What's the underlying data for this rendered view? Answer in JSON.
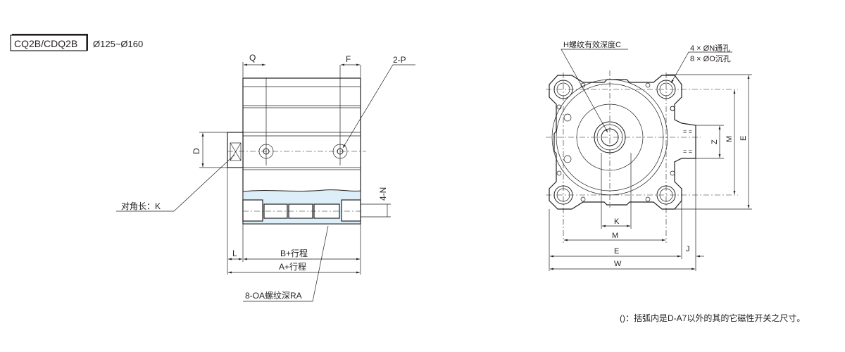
{
  "header": {
    "model": "CQ2B/CDQ2B",
    "bore_range": "Ø125~Ø160"
  },
  "side_view": {
    "labels": {
      "Q": "Q",
      "F": "F",
      "P": "2-P",
      "D": "D",
      "K": "对角长：K",
      "N": "4-N",
      "L": "L",
      "B": "B+行程",
      "A": "A+行程",
      "OA": "8-OA螺纹深RA"
    }
  },
  "end_view": {
    "labels": {
      "H": "H螺纹有效深度C",
      "N": "4 × ØN通孔",
      "O": "8 × ØO沉孔",
      "K": "K",
      "M": "M",
      "E": "E",
      "J": "J",
      "W": "W",
      "Z": "Z",
      "M_v": "M",
      "E_v": "E"
    }
  },
  "colors": {
    "section_fill": "#dceef8",
    "line": "#231f20"
  },
  "footnote": "()：括弧内是D-A7以外的其的它磁性开关之尺寸。"
}
